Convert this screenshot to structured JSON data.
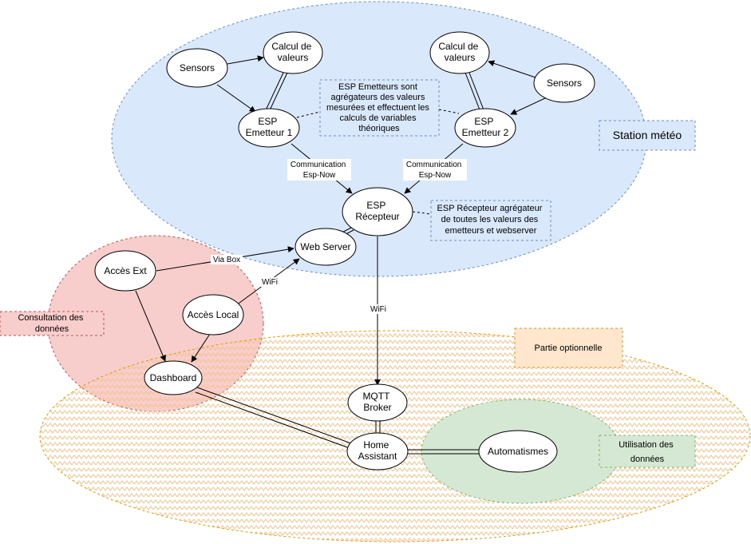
{
  "diagram": {
    "regions": {
      "station": "Station météo",
      "consultation": "Consultation des données",
      "optional": "Partie optionnelle",
      "usage": "Utilisation des données"
    },
    "nodes": {
      "sensors_left": "Sensors",
      "calcul_left": "Calcul de valeurs",
      "emetteur1": "ESP Emetteur 1",
      "calcul_right": "Calcul de valeurs",
      "sensors_right": "Sensors",
      "emetteur2": "ESP Emetteur 2",
      "recepteur": "ESP Récepteur",
      "webserver": "Web Server",
      "acces_ext": "Accès Ext",
      "acces_local": "Accès Local",
      "dashboard": "Dashboard",
      "mqtt": "MQTT Broker",
      "home_assistant": "Home Assistant",
      "automatismes": "Automatismes"
    },
    "edge_labels": {
      "comm_left": "Communication Esp-Now",
      "comm_right": "Communication Esp-Now",
      "via_box": "Via Box",
      "wifi_local": "WiFi",
      "wifi_mqtt": "WiFi"
    },
    "notes": {
      "emetteurs": "ESP Emetteurs sont agrégateurs des valeurs mesurées et effectuent les calculs de variables théoriques",
      "recepteur": "ESP Récepteur agrégateur de toutes les valeurs des emetteurs et webserver"
    },
    "colors": {
      "station_fill": "#dae8fc",
      "station_stroke": "#6c8ebf",
      "consultation_fill": "#f8cecc",
      "consultation_stroke": "#b85450",
      "optional_fill": "#ffe6cc",
      "optional_stroke": "#d79b00",
      "usage_fill": "#d5e8d4",
      "usage_stroke": "#82b366"
    }
  }
}
